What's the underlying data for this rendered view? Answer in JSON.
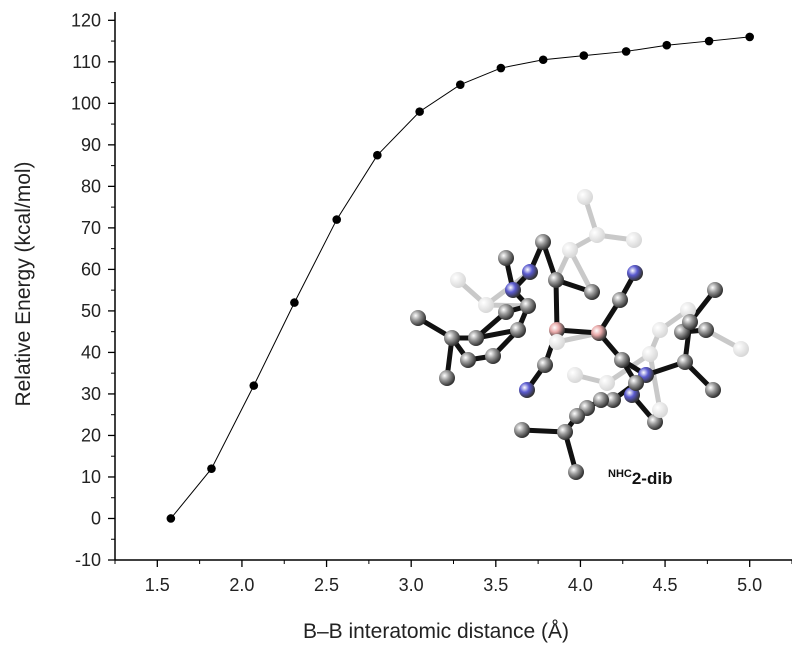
{
  "chart_data": {
    "type": "line",
    "xlabel": "B–B interatomic distance (Å)",
    "ylabel": "Relative Energy (kcal/mol)",
    "xlim": [
      1.25,
      5.25
    ],
    "ylim": [
      -10,
      122
    ],
    "x_ticks": [
      1.5,
      2.0,
      2.5,
      3.0,
      3.5,
      4.0,
      4.5,
      5.0
    ],
    "x_tick_labels": [
      "1.5",
      "2.0",
      "2.5",
      "3.0",
      "3.5",
      "4.0",
      "4.5",
      "5.0"
    ],
    "y_ticks": [
      -10,
      0,
      10,
      20,
      30,
      40,
      50,
      60,
      70,
      80,
      90,
      100,
      110,
      120
    ],
    "y_tick_labels": [
      "-10",
      "0",
      "10",
      "20",
      "30",
      "40",
      "50",
      "60",
      "70",
      "80",
      "90",
      "100",
      "110",
      "120"
    ],
    "grid": false,
    "legend": "none",
    "marker_color": "#000000",
    "line_color": "#000000",
    "series": [
      {
        "x": [
          1.58,
          1.82,
          2.07,
          2.31,
          2.56,
          2.8,
          3.05,
          3.29,
          3.53,
          3.78,
          4.02,
          4.27,
          4.51,
          4.76,
          5.0
        ],
        "y": [
          0,
          12,
          32,
          52,
          72,
          87.5,
          98,
          104.5,
          108.5,
          110.5,
          111.5,
          112.5,
          114,
          115,
          116
        ]
      }
    ]
  },
  "inset": {
    "label_superscript": "NHC",
    "label_main": "2-dib",
    "atom_colors": {
      "carbon": "#9a9a9a",
      "nitrogen": "#5b5bd0",
      "boron": "#e8a8a8",
      "faded": "#d8d8d8"
    }
  }
}
